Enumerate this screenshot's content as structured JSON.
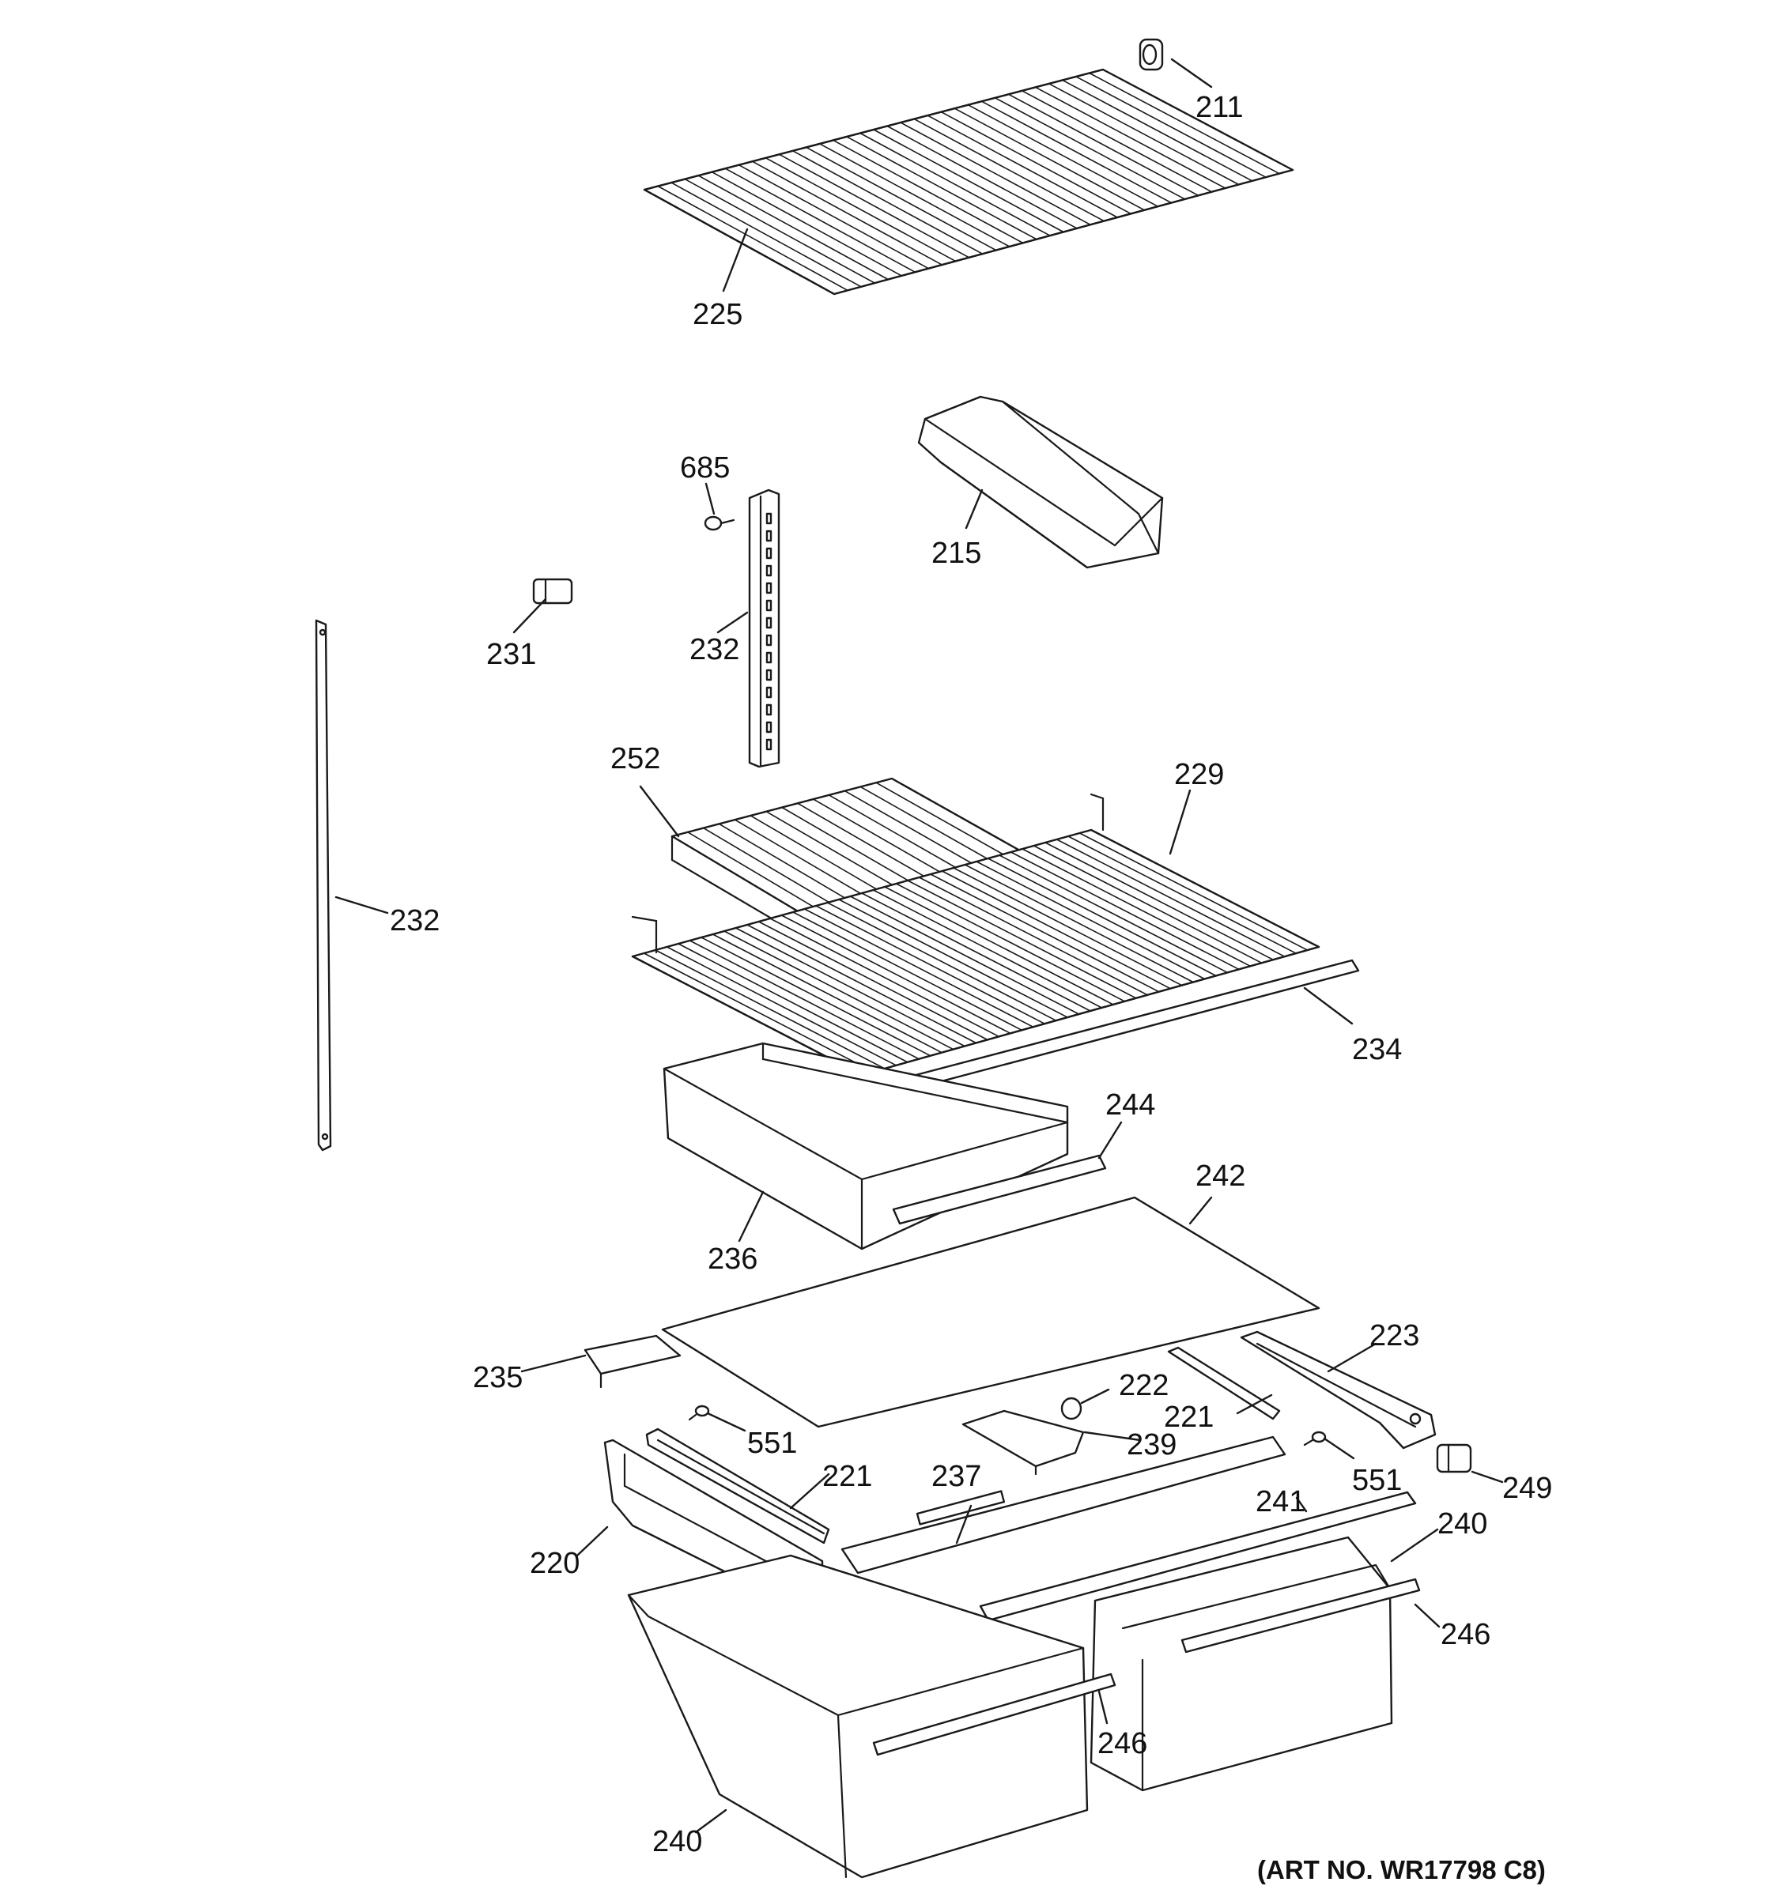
{
  "art_number": "(ART NO. WR17798 C8)",
  "callouts": {
    "p211": "211",
    "p225": "225",
    "p685": "685",
    "p215": "215",
    "p231": "231",
    "p232_right": "232",
    "p232_left": "232",
    "p252": "252",
    "p229": "229",
    "p234": "234",
    "p244": "244",
    "p236": "236",
    "p242": "242",
    "p223": "223",
    "p235": "235",
    "p222": "222",
    "p221_right": "221",
    "p551_left": "551",
    "p239": "239",
    "p551_right": "551",
    "p249": "249",
    "p221_left": "221",
    "p237": "237",
    "p241": "241",
    "p240_right": "240",
    "p220": "220",
    "p246_right": "246",
    "p246_left": "246",
    "p240_left": "240"
  }
}
